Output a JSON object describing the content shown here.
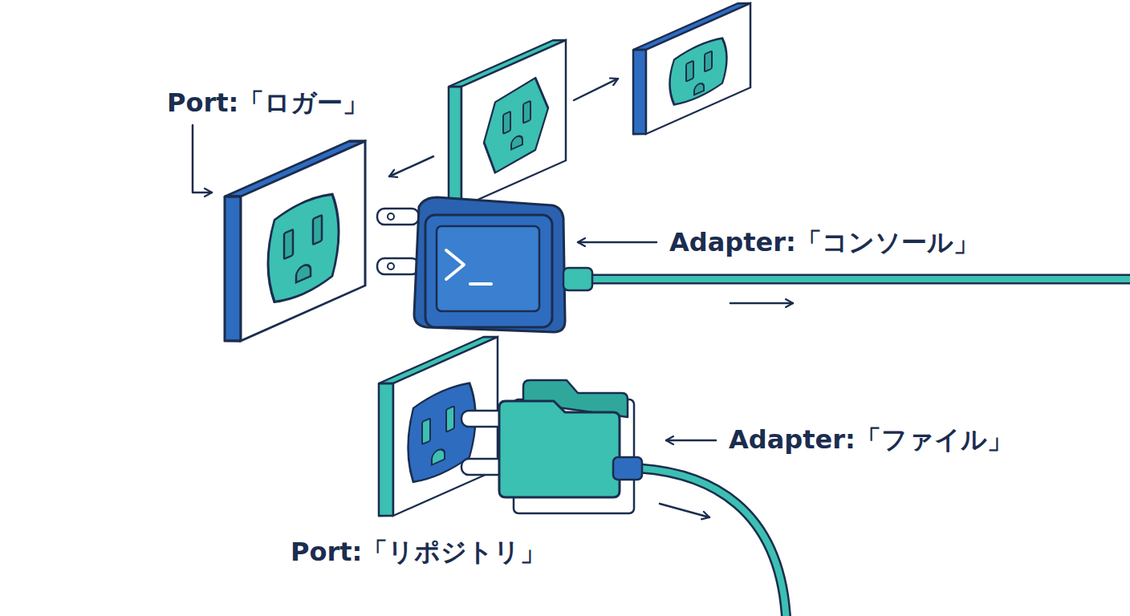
{
  "diagram": {
    "labels": [
      "Port:「ロガー」",
      "Adapter:「コンソール」",
      "Adapter:「ファイル」",
      "Port:「リポジトリ」"
    ]
  }
}
